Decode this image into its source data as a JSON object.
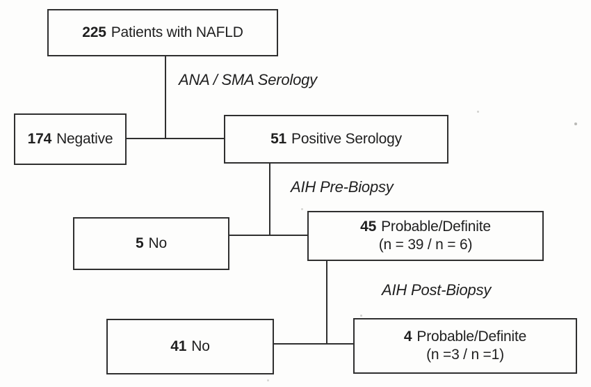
{
  "palette": {
    "background": "#fdfdfc",
    "line_color": "#2f2f2f",
    "text_color": "#1f1f1f"
  },
  "flowchart": {
    "nodes": [
      {
        "number": "225",
        "label": "Patients with NAFLD"
      },
      {
        "number": "174",
        "label": "Negative"
      },
      {
        "number": "51",
        "label": "Positive Serology"
      },
      {
        "number": "5",
        "label": "No"
      },
      {
        "number": "45",
        "label": "Probable/Definite",
        "sub": "(n = 39 / n = 6)"
      },
      {
        "number": "41",
        "label": "No"
      },
      {
        "number": "4",
        "label": "Probable/Definite",
        "sub": "(n =3 / n =1)"
      }
    ],
    "edge_labels": [
      "ANA / SMA Serology",
      "AIH Pre-Biopsy",
      "AIH Post-Biopsy"
    ]
  }
}
